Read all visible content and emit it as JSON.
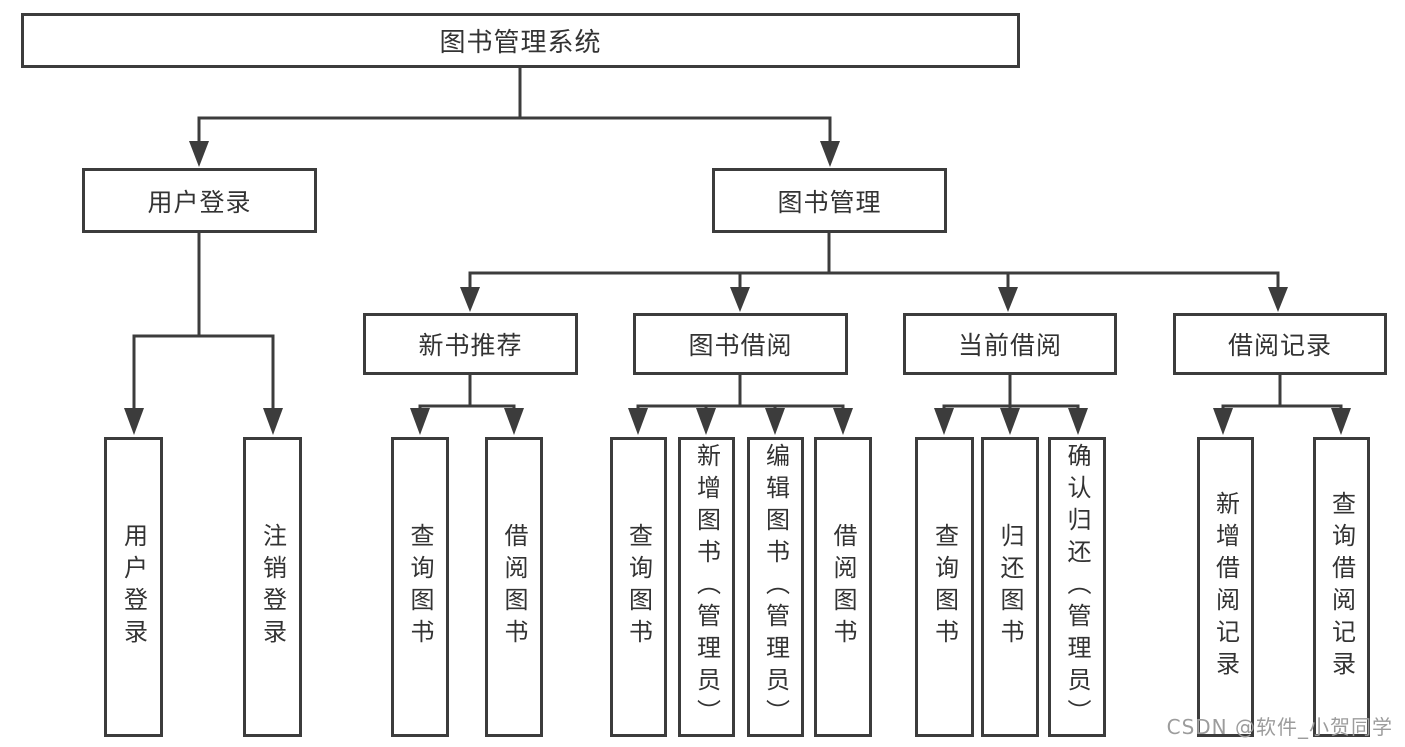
{
  "colors": {
    "line": "#3c3c3c",
    "text": "#333333",
    "background": "#ffffff",
    "watermark": "#9c9c9c"
  },
  "watermark": "CSDN @软件_小贺同学",
  "tree": {
    "label": "图书管理系统",
    "children": [
      {
        "label": "用户登录",
        "children": [
          {
            "label": "用户登录"
          },
          {
            "label": "注销登录"
          }
        ]
      },
      {
        "label": "图书管理",
        "children": [
          {
            "label": "新书推荐",
            "children": [
              {
                "label": "查询图书"
              },
              {
                "label": "借阅图书"
              }
            ]
          },
          {
            "label": "图书借阅",
            "children": [
              {
                "label": "查询图书"
              },
              {
                "label": "新增图书（管理员）"
              },
              {
                "label": "编辑图书（管理员）"
              },
              {
                "label": "借阅图书"
              }
            ]
          },
          {
            "label": "当前借阅",
            "children": [
              {
                "label": "查询图书"
              },
              {
                "label": "归还图书"
              },
              {
                "label": "确认归还（管理员）"
              }
            ]
          },
          {
            "label": "借阅记录",
            "children": [
              {
                "label": "新增借阅记录"
              },
              {
                "label": "查询借阅记录"
              }
            ]
          }
        ]
      }
    ]
  }
}
